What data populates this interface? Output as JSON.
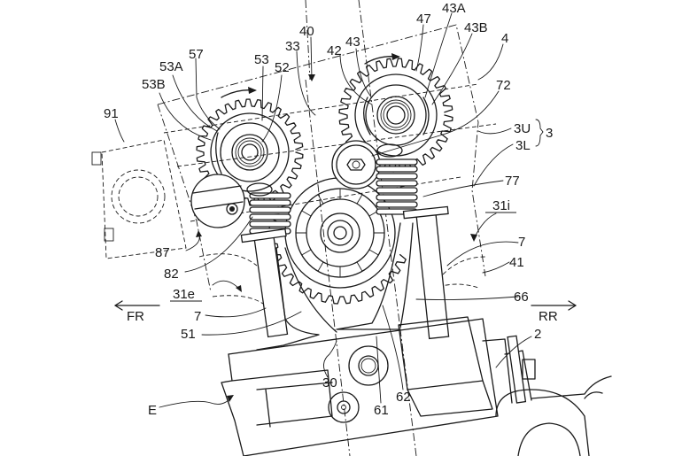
{
  "figure": {
    "type": "patent engine valve-train drawing",
    "stroke_color": "#1a1a1a",
    "background": "#ffffff"
  },
  "directions": {
    "front": "FR",
    "rear": "RR"
  },
  "labels": {
    "l91": "91",
    "l53B": "53B",
    "l53A": "53A",
    "l57": "57",
    "l53": "53",
    "l52": "52",
    "l33": "33",
    "l40": "40",
    "l42": "42",
    "l43": "43",
    "l47": "47",
    "l43A": "43A",
    "l43B": "43B",
    "l4": "4",
    "l72": "72",
    "l3U": "3U",
    "l3L": "3L",
    "l3": "3",
    "l77": "77",
    "l31i": "31i",
    "l7r": "7",
    "l41": "41",
    "l66": "66",
    "l2": "2",
    "l87": "87",
    "l82": "82",
    "l31e": "31e",
    "l7l": "7",
    "l51": "51",
    "l30": "30",
    "l61": "61",
    "l62": "62",
    "lE": "E"
  }
}
